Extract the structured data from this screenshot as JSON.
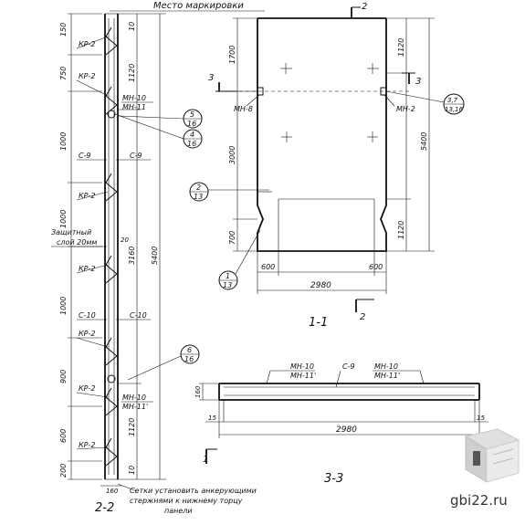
{
  "top_label": "Место маркировки",
  "section_22": {
    "title": "2-2",
    "left_dims": [
      "150",
      "750",
      "1000",
      "1000",
      "1000",
      "900",
      "600",
      "200"
    ],
    "right_dims": [
      "10",
      "1120",
      "3160",
      "5400",
      "1120",
      "10",
      "20"
    ],
    "labels": {
      "kr2_a": "КР-2",
      "kr2_b": "КР-2",
      "kr2_c": "КР-2",
      "kr2_d": "КР-2",
      "kr2_e": "КР-2",
      "kr2_f": "КР-2",
      "kr2_g": "КР-2",
      "c9_left": "С-9",
      "c9_right": "С-9",
      "c10_left": "С-10",
      "c10_right": "С-10",
      "mn10_top": "МН-10",
      "mn11_top": "МН-11",
      "mn10_bot": "МН-10",
      "mn11_bot": "МН-11'"
    },
    "note_cover": [
      "Защитный",
      "слой 20мм"
    ],
    "callouts": [
      {
        "top": "5",
        "bottom": "16"
      },
      {
        "top": "4",
        "bottom": "16"
      },
      {
        "top": "6",
        "bottom": "16"
      }
    ],
    "bottom_dim": "160",
    "note_bottom": [
      "Сетки установить анкерующими",
      "стержнями к нижнему торцу",
      "панели"
    ]
  },
  "section_11": {
    "title": "1-1",
    "cut_2_top": "2",
    "cut_2_bottom": "2",
    "cut_3_left": "3",
    "cut_3_right": "3",
    "left_dims": [
      "1700",
      "3000",
      "700"
    ],
    "right_dims": [
      "1120",
      "5400",
      "1120"
    ],
    "bottom_dims": [
      "600",
      "600",
      "2980"
    ],
    "mn8": "МН-8",
    "mn2": "МН-2",
    "callouts": [
      {
        "top": "3,7",
        "bottom": "13,16"
      },
      {
        "top": "2",
        "bottom": "13"
      },
      {
        "top": "1",
        "bottom": "13"
      }
    ]
  },
  "section_33": {
    "title": "3-3",
    "cut_mark": "1",
    "labels": [
      "МН-10",
      "МН-11'",
      "С-9",
      "МН-10",
      "МН-11'"
    ],
    "left_dim": "160",
    "end_dims": [
      "15",
      "15"
    ],
    "span": "2980"
  },
  "watermark": "gbi22.ru"
}
